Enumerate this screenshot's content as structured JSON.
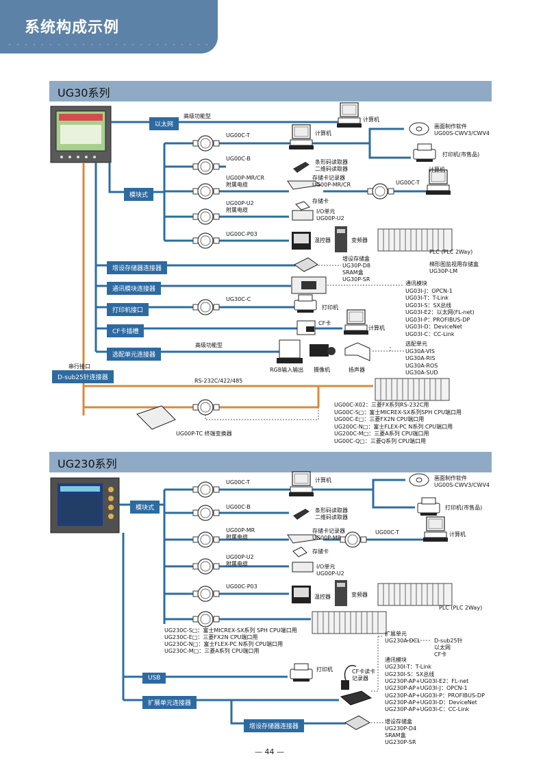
{
  "header": {
    "title": "系统构成示例"
  },
  "ug30": {
    "title": "UG30系列",
    "ethernet": "以太网",
    "hifunc": "高级功能型",
    "computer": "计算机",
    "software_title": "画面制作软件",
    "software_name": "UG00S-CWV3/CWV4",
    "printer_market": "打印机(市售品)",
    "module": "模块式",
    "cable_t": "UG00C-T",
    "cable_b": "UG00C-B",
    "barcode": "条形码读取器",
    "qrcode": "二维码读取器",
    "mrcr_1": "UG00P-MR/CR",
    "mrcr_2": "附属电缆",
    "mem_rec": "存储卡记录器",
    "mem_rec_model": "UG00P-MR/CR",
    "mem_card": "存储卡",
    "u2_1": "UG00P-U2",
    "u2_2": "附属电缆",
    "io": "I/O单元",
    "io_model": "UG00P-U2",
    "p03": "UG00C-P03",
    "temp": "温控器",
    "inverter": "变频器",
    "plc": "PLC (PLC 2Way)",
    "ladder": "梯形图监视用存储盒",
    "ladder_model": "UG30P-LM",
    "mem_ext": "增设存储器连接器",
    "mem_box": "增设存储盒",
    "db": "UG30P-D8",
    "sram": "SRAM盒",
    "sr": "UG30P-SR",
    "comm_conn": "通讯模块连接器",
    "comm_list": [
      "通讯模块",
      "UG03I-J：OPCN-1",
      "UG03I-T：T-Link",
      "UG03I-S：SX总线",
      "UG03I-E2：以太网(FL-net)",
      "UG03I-P：PROFIBUS-DP",
      "UG03I-D：DeviceNet",
      "UG03I-C：CC-Link"
    ],
    "printer_if": "打印机接口",
    "cable_c": "UG30C-C",
    "printer": "打印机",
    "cf_slot": "CF卡插槽",
    "cf_card": "CF卡",
    "opt_conn": "选配单元连接器",
    "opt_list": [
      "选配单元",
      "UG30A-VIS",
      "UG30A-RIS",
      "UG30A-ROS",
      "UG30A-SUD"
    ],
    "rgb": "RGB输入输出",
    "camera": "摄像机",
    "speaker": "扬声器",
    "serial": "串行接口",
    "dsub": "D-sub25针连接器",
    "rs": "RS-232C/422/485",
    "tc": "UG00P-TC 终端变换器",
    "serial_cables": [
      "UG00C-X02：三菱FX系列RS-232C用",
      "UG00C-S□：富士MICREX-SX系列SPH CPU端口用",
      "UG00C-E□：三菱FX2N CPU端口用",
      "UG200C-N□：富士FLEX-PC N系列 CPU端口用",
      "UG200C-M□：三菱A系列 CPU端口用",
      "UG00C-Q□：三菱Q系列 CPU端口用"
    ]
  },
  "ug230": {
    "title": "UG230系列",
    "module": "模块式",
    "cable_t": "UG00C-T",
    "computer": "计算机",
    "software_title": "画面制作软件",
    "software_name": "UG00S-CWV3/CWV4",
    "printer_market": "打印机(市售品)",
    "cable_b": "UG00C-B",
    "barcode": "条形码读取器",
    "qrcode": "二维码读取器",
    "mr_1": "UG00P-MR",
    "mr_2": "附属电缆",
    "mem_rec": "存储卡记录器",
    "mem_rec_model": "UG00P-MR",
    "mem_card": "存储卡",
    "u2_1": "UG00P-U2",
    "u2_2": "附属电缆",
    "io": "I/O单元",
    "io_model": "UG00P-U2",
    "p03": "UG00C-P03",
    "temp": "温控器",
    "inverter": "变频器",
    "plc": "PLC (PLC 2Way)",
    "cpu_cables": [
      "UG230C-S□：富士MICREX-SX系列 SPH CPU端口用",
      "UG230C-E□：三菱FX2N CPU端口用",
      "UG230C-N□：富士FLEX-PC N系列 CPU端口用",
      "UG230C-M□：三菱A系列 CPU端口用"
    ],
    "ext_list": [
      "扩展单元",
      "UG230A-DCL",
      "D-sub25针",
      "以太网",
      "CF卡"
    ],
    "usb": "USB",
    "printer": "打印机",
    "cf_reader_1": "CF卡读卡",
    "cf_reader_2": "记录器",
    "ext_conn": "扩展单元连接器",
    "comm_list": [
      "通讯模块",
      "UG230I-T：T-Link",
      "UG230I-S：SX总线",
      "UG230P-AP+UG03I-E2：FL-net",
      "UG230P-AP+UG03I-J：OPCN-1",
      "UG230P-AP+UG03I-P：PROFIBUS-DP",
      "UG230P-AP+UG03I-D：DeviceNet",
      "UG230P-AP+UG03I-C：CC-Link"
    ],
    "mem_ext": "增设存储器连接器",
    "mem_list": [
      "增设存储盒",
      "UG230P-D4",
      "SRAM盒",
      "UG230P-SR"
    ]
  },
  "page_number": "— 44 —"
}
